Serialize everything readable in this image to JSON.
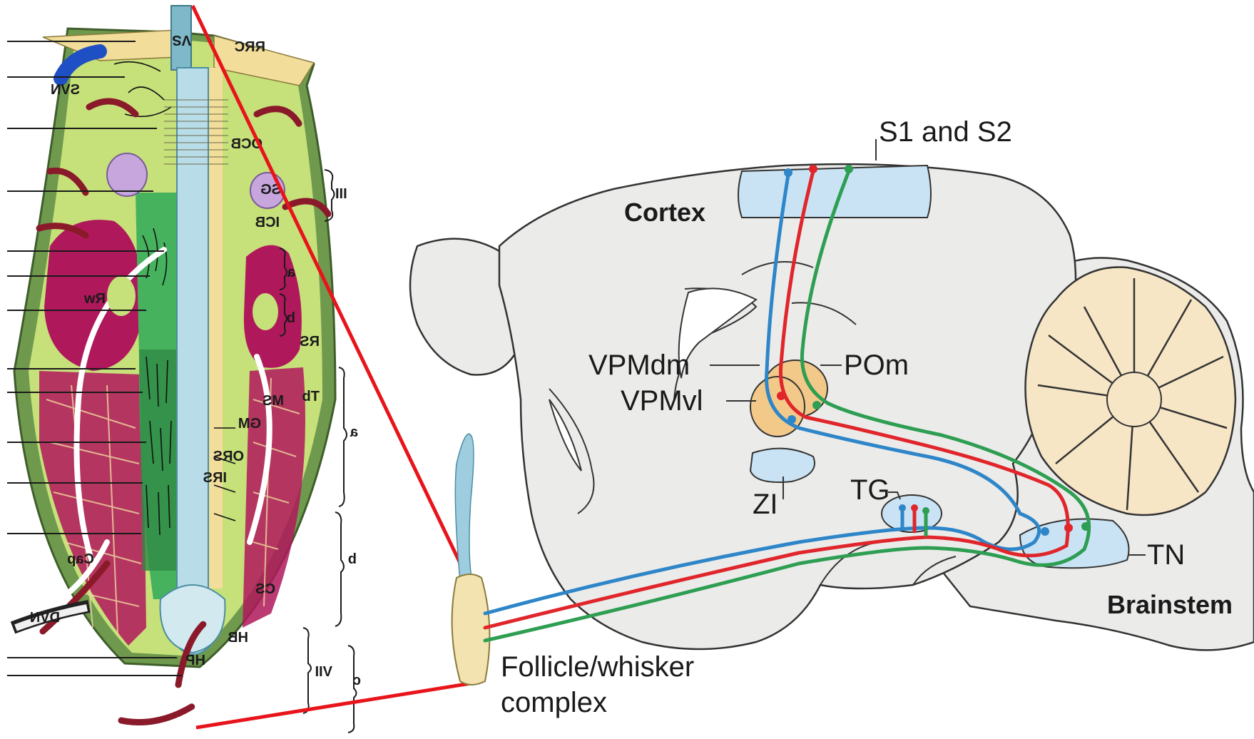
{
  "brain_labels": {
    "s1_s2": "S1 and S2",
    "cortex": "Cortex",
    "vpmdm": "VPMdm",
    "pom": "POm",
    "vpmvl": "VPMvl",
    "zi": "ZI",
    "tg": "TG",
    "tn": "TN",
    "brainstem": "Brainstem",
    "follicle_line1": "Follicle/whisker",
    "follicle_line2": "complex"
  },
  "follicle_labels": {
    "vs": "VS",
    "rrc": "RRC",
    "svn": "SVN",
    "ocb": "OCB",
    "sg": "SG",
    "icb": "ICB",
    "iii": "III",
    "rw": "Rw",
    "rs": "RS",
    "a_upper": "a",
    "b_upper": "b",
    "tb": "Tb",
    "ms": "MS",
    "gm": "GM",
    "ors": "ORS",
    "irs": "IRS",
    "a_right": "a",
    "b_right": "b",
    "cap": "Cap",
    "cs": "CS",
    "dvn": "DVN",
    "hb": "HB",
    "hp": "HP",
    "vii": "VII",
    "c": "c"
  },
  "colors": {
    "pathway_blue": "#2e86c8",
    "pathway_red": "#e0262b",
    "pathway_green": "#2e9e52",
    "zoom_lines": "#e8141b",
    "brain_fill": "#ebebea",
    "region_fill": "#c9e3f4",
    "thalamus_fill": "#f3c98a",
    "follicle_green": "#c6e07a",
    "follicle_magenta": "#b0185c",
    "follicle_outer": "#6f9a4e"
  }
}
